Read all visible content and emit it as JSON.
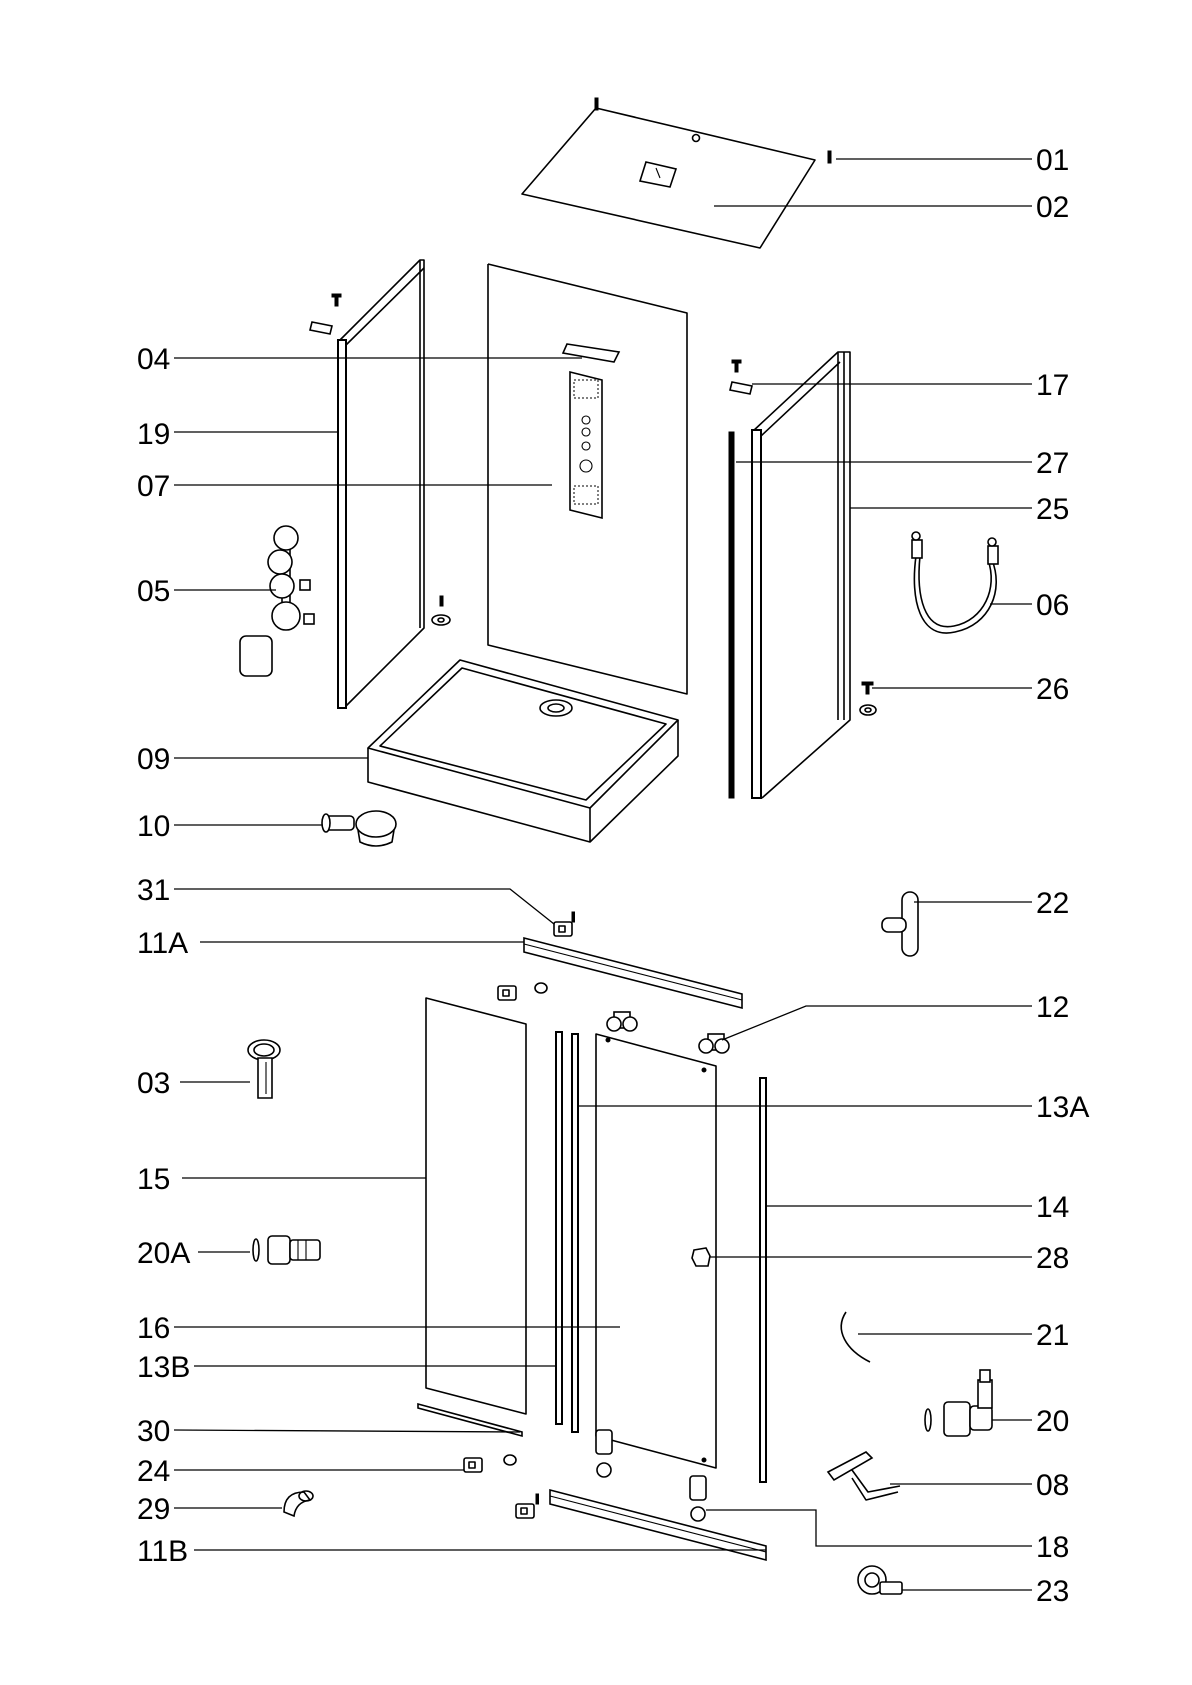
{
  "callouts": [
    {
      "id": "01",
      "text": "01"
    },
    {
      "id": "02",
      "text": "02"
    },
    {
      "id": "04",
      "text": "04"
    },
    {
      "id": "17",
      "text": "17"
    },
    {
      "id": "19",
      "text": "19"
    },
    {
      "id": "27",
      "text": "27"
    },
    {
      "id": "07",
      "text": "07"
    },
    {
      "id": "25",
      "text": "25"
    },
    {
      "id": "05",
      "text": "05"
    },
    {
      "id": "06",
      "text": "06"
    },
    {
      "id": "26",
      "text": "26"
    },
    {
      "id": "09",
      "text": "09"
    },
    {
      "id": "10",
      "text": "10"
    },
    {
      "id": "31",
      "text": "31"
    },
    {
      "id": "22",
      "text": "22"
    },
    {
      "id": "11A",
      "text": "11A"
    },
    {
      "id": "12",
      "text": "12"
    },
    {
      "id": "03",
      "text": "03"
    },
    {
      "id": "13A",
      "text": "13A"
    },
    {
      "id": "15",
      "text": "15"
    },
    {
      "id": "14",
      "text": "14"
    },
    {
      "id": "20A",
      "text": "20A"
    },
    {
      "id": "28",
      "text": "28"
    },
    {
      "id": "16",
      "text": "16"
    },
    {
      "id": "21",
      "text": "21"
    },
    {
      "id": "13B",
      "text": "13B"
    },
    {
      "id": "20",
      "text": "20"
    },
    {
      "id": "30",
      "text": "30"
    },
    {
      "id": "24",
      "text": "24"
    },
    {
      "id": "08",
      "text": "08"
    },
    {
      "id": "29",
      "text": "29"
    },
    {
      "id": "18",
      "text": "18"
    },
    {
      "id": "11B",
      "text": "11B"
    },
    {
      "id": "23",
      "text": "23"
    }
  ]
}
